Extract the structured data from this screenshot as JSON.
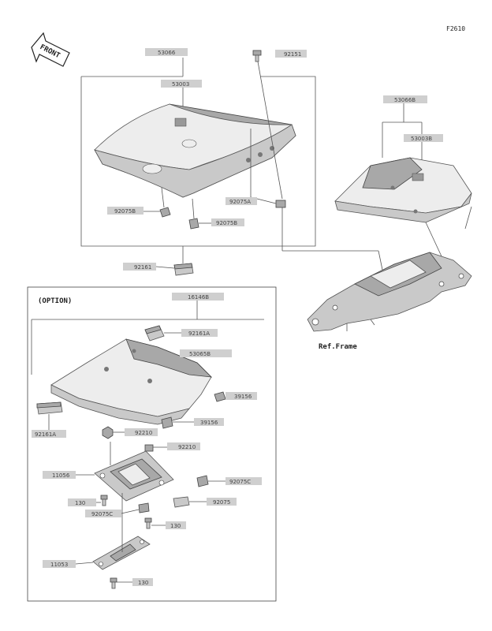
{
  "figure_code": "F2610",
  "front_label": "FRONT",
  "option_label": "(OPTION)",
  "ref_frame_label": "Ref.Frame",
  "parts": {
    "p53066": "53066",
    "p53003": "53003",
    "p92151": "92151",
    "p92075A": "92075A",
    "p92075B_top": "92075B",
    "p92075B_left": "92075B",
    "p92161": "92161",
    "p53066B": "53066B",
    "p53003B": "53003B",
    "p16146B": "16146B",
    "p92161A_top": "92161A",
    "p53065B": "53065B",
    "p39156_right": "39156",
    "p39156_mid": "39156",
    "p92161A_left": "92161A",
    "p92210": "92210",
    "p92210_b": "92210",
    "p11056": "11056",
    "p92075C_right": "92075C",
    "p92075_r": "92075",
    "p130_left": "130",
    "p92075C_left": "92075C",
    "p130_mid": "130",
    "p11053": "11053",
    "p130_bottom": "130"
  }
}
